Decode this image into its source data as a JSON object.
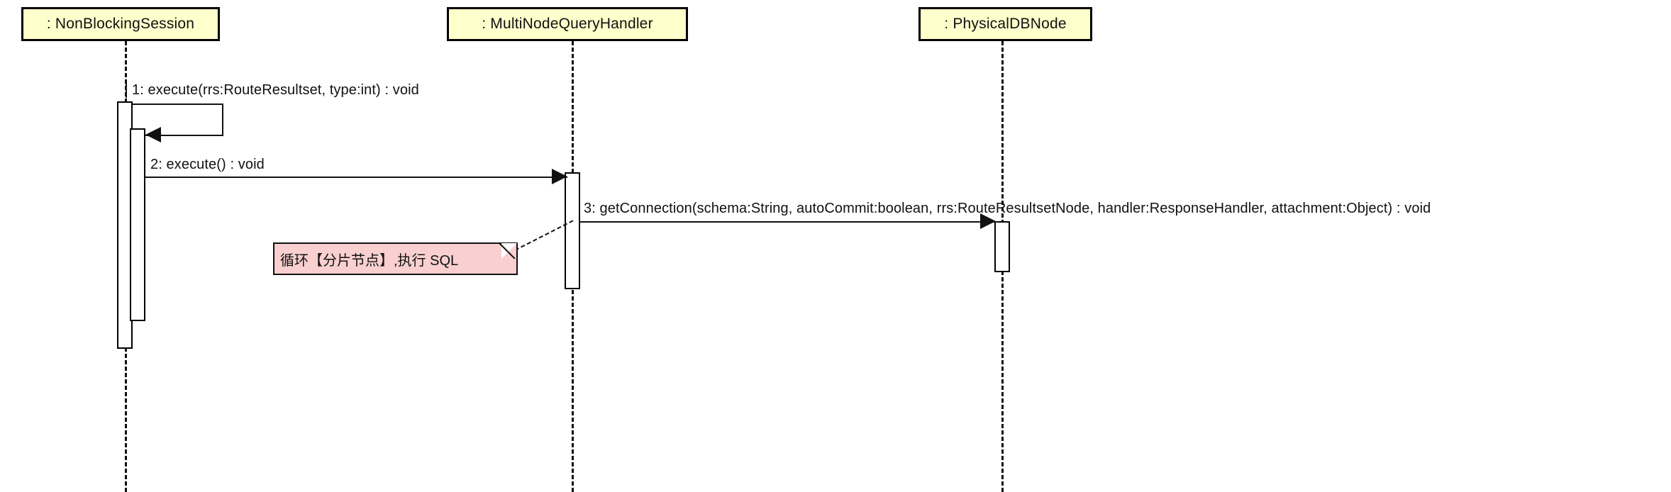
{
  "diagram": {
    "kind": "uml-sequence-diagram",
    "title": "",
    "colors": {
      "lifeline_head_fill": "#ffffcc",
      "lifeline_head_border": "#000000",
      "note_fill": "#f9cfcf",
      "note_border": "#111111",
      "line": "#111111",
      "activation_fill": "#ffffff",
      "background": "#ffffff"
    }
  },
  "lifelines": [
    {
      "id": "session",
      "label": ": NonBlockingSession"
    },
    {
      "id": "handler",
      "label": ": MultiNodeQueryHandler"
    },
    {
      "id": "dbnode",
      "label": ": PhysicalDBNode"
    }
  ],
  "messages": [
    {
      "seq": "1",
      "label": "1: execute(rrs:RouteResultset, type:int) : void",
      "from": "session",
      "to": "session",
      "kind": "self-call"
    },
    {
      "seq": "2",
      "label": "2: execute() : void",
      "from": "session",
      "to": "handler",
      "kind": "call"
    },
    {
      "seq": "3",
      "label": "3: getConnection(schema:String, autoCommit:boolean, rrs:RouteResultsetNode, handler:ResponseHandler, attachment:Object) : void",
      "from": "handler",
      "to": "dbnode",
      "kind": "call"
    }
  ],
  "notes": [
    {
      "id": "loop-note",
      "text": "循环【分片节点】,执行 SQL",
      "attached_to": "handler"
    }
  ]
}
